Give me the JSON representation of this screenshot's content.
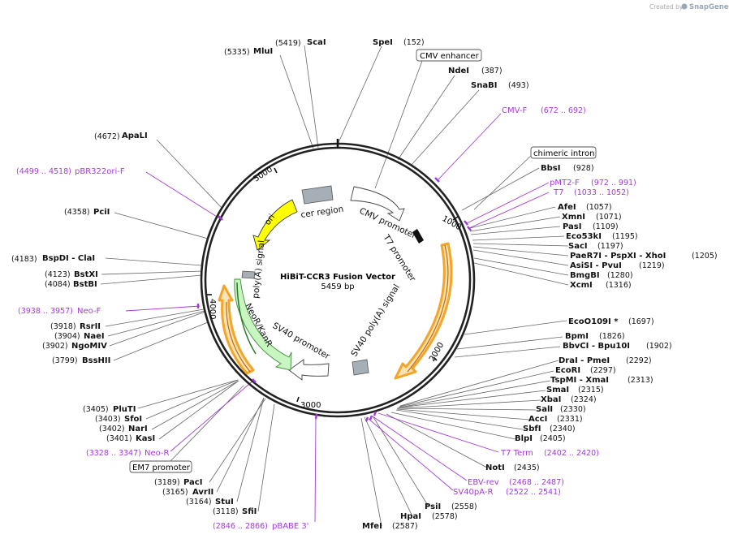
{
  "credit": {
    "created_by": "Created by",
    "brand": "SnapGene"
  },
  "plasmid": {
    "name": "HiBiT-CCR3 Fusion Vector",
    "size": "5459 bp"
  },
  "ticks": [
    {
      "label": "1000"
    },
    {
      "label": "2000"
    },
    {
      "label": "3000"
    },
    {
      "label": "4000"
    },
    {
      "label": "5000"
    }
  ],
  "features": [
    {
      "name": "ori"
    },
    {
      "name": "cer region"
    },
    {
      "name": "CMV promoter"
    },
    {
      "name": "T7 promoter"
    },
    {
      "name": "SV40 poly(A) signal"
    },
    {
      "name": "SV40 promoter"
    },
    {
      "name": "NeoR/KanR"
    },
    {
      "name": "poly(A) signal"
    }
  ],
  "sites": [
    {
      "name": "ScaI",
      "pos": "(5419)"
    },
    {
      "name": "SpeI",
      "pos": "(152)"
    },
    {
      "name": "MluI",
      "pos": "(5335)"
    },
    {
      "name": "CMV enhancer",
      "pos": ""
    },
    {
      "name": "NdeI",
      "pos": "(387)"
    },
    {
      "name": "SnaBI",
      "pos": "(493)"
    },
    {
      "name": "CMV-F",
      "pos": "(672 .. 692)"
    },
    {
      "name": "ApaLI",
      "pos": "(4672)"
    },
    {
      "name": "chimeric intron",
      "pos": ""
    },
    {
      "name": "BbsI",
      "pos": "(928)"
    },
    {
      "name": "pBR322ori-F",
      "pos": "(4499 .. 4518)"
    },
    {
      "name": "pMT2-F",
      "pos": "(972 .. 991)"
    },
    {
      "name": "T7",
      "pos": "(1033 .. 1052)"
    },
    {
      "name": "AfeI",
      "pos": "(1057)"
    },
    {
      "name": "PciI",
      "pos": "(4358)"
    },
    {
      "name": "XmnI",
      "pos": "(1071)"
    },
    {
      "name": "PasI",
      "pos": "(1109)"
    },
    {
      "name": "Eco53kI",
      "pos": "(1195)"
    },
    {
      "name": "SacI",
      "pos": "(1197)"
    },
    {
      "name": "PaeR7I - PspXI - XhoI",
      "pos": "(1205)"
    },
    {
      "name": "BspDI - ClaI",
      "pos": "(4183)"
    },
    {
      "name": "AsiSI - PvuI",
      "pos": "(1219)"
    },
    {
      "name": "BstXI",
      "pos": "(4123)"
    },
    {
      "name": "BmgBI",
      "pos": "(1280)"
    },
    {
      "name": "BstBI",
      "pos": "(4084)"
    },
    {
      "name": "XcmI",
      "pos": "(1316)"
    },
    {
      "name": "Neo-F",
      "pos": "(3938 .. 3957)"
    },
    {
      "name": "EcoO109I *",
      "pos": "(1697)"
    },
    {
      "name": "RsrII",
      "pos": "(3918)"
    },
    {
      "name": "NaeI",
      "pos": "(3904)"
    },
    {
      "name": "BpmI",
      "pos": "(1826)"
    },
    {
      "name": "NgoMIV",
      "pos": "(3902)"
    },
    {
      "name": "BbvCI - Bpu10I",
      "pos": "(1902)"
    },
    {
      "name": "BssHII",
      "pos": "(3799)"
    },
    {
      "name": "DraI - PmeI",
      "pos": "(2292)"
    },
    {
      "name": "EcoRI",
      "pos": "(2297)"
    },
    {
      "name": "TspMI - XmaI",
      "pos": "(2313)"
    },
    {
      "name": "SmaI",
      "pos": "(2315)"
    },
    {
      "name": "XbaI",
      "pos": "(2324)"
    },
    {
      "name": "PluTI",
      "pos": "(3405)"
    },
    {
      "name": "SalI",
      "pos": "(2330)"
    },
    {
      "name": "SfoI",
      "pos": "(3403)"
    },
    {
      "name": "AccI",
      "pos": "(2331)"
    },
    {
      "name": "NarI",
      "pos": "(3402)"
    },
    {
      "name": "SbfI",
      "pos": "(2340)"
    },
    {
      "name": "KasI",
      "pos": "(3401)"
    },
    {
      "name": "BlpI",
      "pos": "(2405)"
    },
    {
      "name": "Neo-R",
      "pos": "(3328 .. 3347)"
    },
    {
      "name": "T7 Term",
      "pos": "(2402 .. 2420)"
    },
    {
      "name": "EM7 promoter",
      "pos": ""
    },
    {
      "name": "NotI",
      "pos": "(2435)"
    },
    {
      "name": "PacI",
      "pos": "(3189)"
    },
    {
      "name": "EBV-rev",
      "pos": "(2468 .. 2487)"
    },
    {
      "name": "AvrII",
      "pos": "(3165)"
    },
    {
      "name": "SV40pA-R",
      "pos": "(2522 .. 2541)"
    },
    {
      "name": "StuI",
      "pos": "(3164)"
    },
    {
      "name": "PsiI",
      "pos": "(2558)"
    },
    {
      "name": "SfiI",
      "pos": "(3118)"
    },
    {
      "name": "HpaI",
      "pos": "(2578)"
    },
    {
      "name": "pBABE 3'",
      "pos": "(2846 .. 2866)"
    },
    {
      "name": "MfeI",
      "pos": "(2587)"
    }
  ],
  "colors": {
    "backbone": "#222222",
    "primer": "#a23bd6",
    "ori": "#ffff00",
    "promoter": "#ffffff",
    "neo": "#c8f5c0",
    "orange": "#f9a825",
    "grey": "#a6aeb6"
  }
}
